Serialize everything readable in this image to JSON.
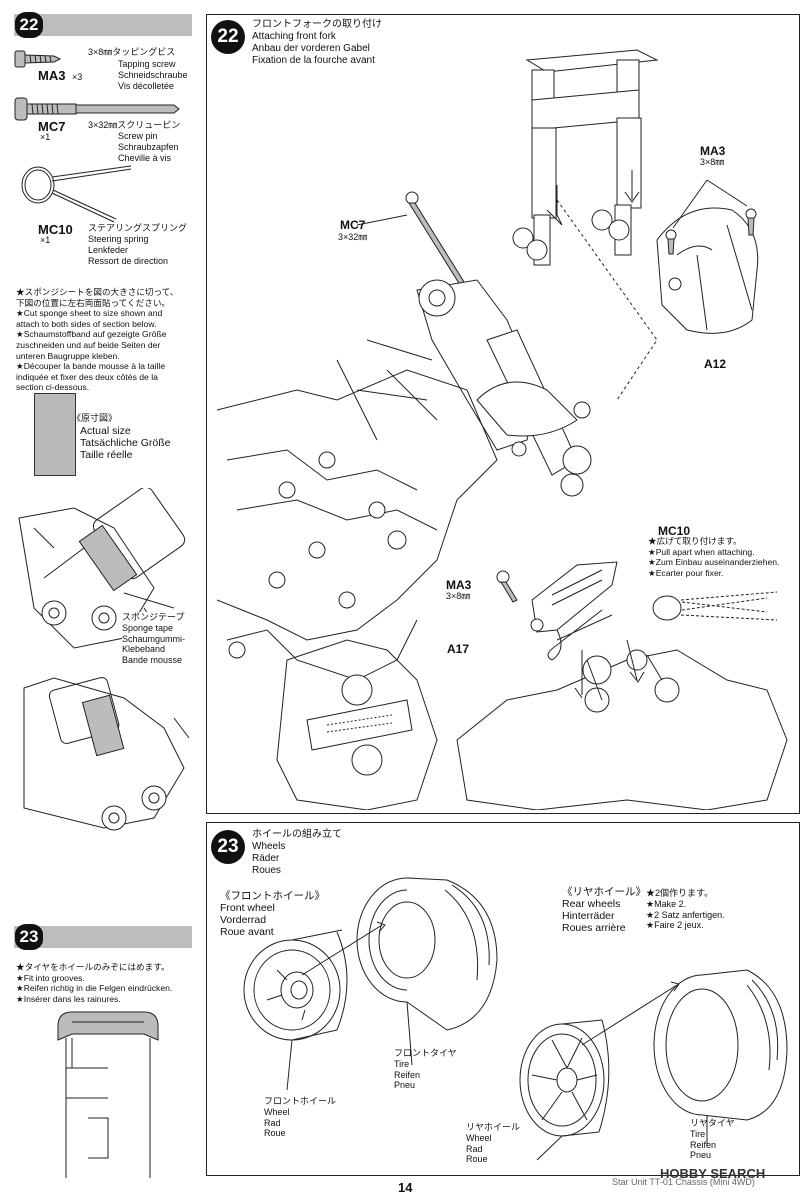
{
  "sidebar": {
    "step22_number": "22",
    "ma3": {
      "code": "MA3",
      "qty": "×3",
      "jp": "3×8㎜タッピングビス",
      "en": "Tapping screw",
      "de": "Schneidschraube",
      "fr": "Vis décolletée"
    },
    "mc7": {
      "code": "MC7",
      "qty": "×1",
      "jp": "3×32㎜スクリューピン",
      "en": "Screw pin",
      "de": "Schraubzapfen",
      "fr": "Cheville à vis"
    },
    "mc10": {
      "code": "MC10",
      "qty": "×1",
      "jp": "ステアリングスプリング",
      "en": "Steering spring",
      "de": "Lenkfeder",
      "fr": "Ressort de direction"
    },
    "sponge_note": {
      "jp1": "★スポンジシートを図の大きさに切って、",
      "jp2": "下図の位置に左右両面貼ってください。",
      "en1": "★Cut sponge sheet to size shown and",
      "en2": "attach to both sides of section below.",
      "de1": "★Schaumstoffband auf gezeigte Größe",
      "de2": "zuschneiden und auf beide Seiten der",
      "de3": "unteren Baugruppe kleben.",
      "fr1": "★Découper la bande mousse à la taille",
      "fr2": "indiquée et fixer des deux côtés de la",
      "fr3": "section ci-dessous."
    },
    "actual_size": {
      "jp": "《原寸図》",
      "en": "Actual size",
      "de": "Tatsächliche Größe",
      "fr": "Taille réelle"
    },
    "sponge_tape": {
      "jp": "スポンジテープ",
      "en": "Sponge tape",
      "de1": "Schaumgummi-",
      "de2": "Klebeband",
      "fr": "Bande mousse"
    },
    "step23_number": "23",
    "tire_note": {
      "jp": "★タイヤをホイールのみぞにはめます。",
      "en": "★Fit into grooves.",
      "de": "★Reifen richtig in die Felgen eindrücken.",
      "fr": "★Insérer dans les rainures."
    }
  },
  "step22": {
    "number": "22",
    "title_jp": "フロントフォークの取り付け",
    "title_en": "Attaching front fork",
    "title_de": "Anbau der vorderen Gabel",
    "title_fr": "Fixation de la fourche avant",
    "ma3_label": "MA3",
    "ma3_size": "3×8㎜",
    "mc7_label": "MC7",
    "mc7_size": "3×32㎜",
    "a12": "A12",
    "mc10_label": "MC10",
    "mc10_jp": "★広げて取り付けます。",
    "mc10_en": "★Pull apart when attaching.",
    "mc10_de": "★Zum Einbau auseinanderziehen.",
    "mc10_fr": "★Ecarter pour fixer.",
    "ma3b_label": "MA3",
    "ma3b_size": "3×8㎜",
    "a17": "A17"
  },
  "step23": {
    "number": "23",
    "title_jp": "ホイールの組み立て",
    "title_en": "Wheels",
    "title_de": "Räder",
    "title_fr": "Roues",
    "front": {
      "jp": "《フロントホイール》",
      "en": "Front wheel",
      "de": "Vorderrad",
      "fr": "Roue avant"
    },
    "rear": {
      "jp": "《リヤホイール》",
      "en": "Rear wheels",
      "de": "Hinterräder",
      "fr": "Roues arrière"
    },
    "make2": {
      "jp": "★2個作ります。",
      "en": "★Make 2.",
      "de": "★2 Satz anfertigen.",
      "fr": "★Faire 2 jeux."
    },
    "front_tire": {
      "jp": "フロントタイヤ",
      "en": "Tire",
      "de": "Reifen",
      "fr": "Pneu"
    },
    "front_wheel": {
      "jp": "フロントホイール",
      "en": "Wheel",
      "de": "Rad",
      "fr": "Roue"
    },
    "rear_wheel": {
      "jp": "リヤホイール",
      "en": "Wheel",
      "de": "Rad",
      "fr": "Roue"
    },
    "rear_tire": {
      "jp": "リヤタイヤ",
      "en": "Tire",
      "de": "Reifen",
      "fr": "Pneu"
    }
  },
  "footer": {
    "page": "14",
    "chassis": "Star Unit TT-01 Chassis (Mini 4WD)",
    "watermark": "HOBBY SEARCH"
  }
}
